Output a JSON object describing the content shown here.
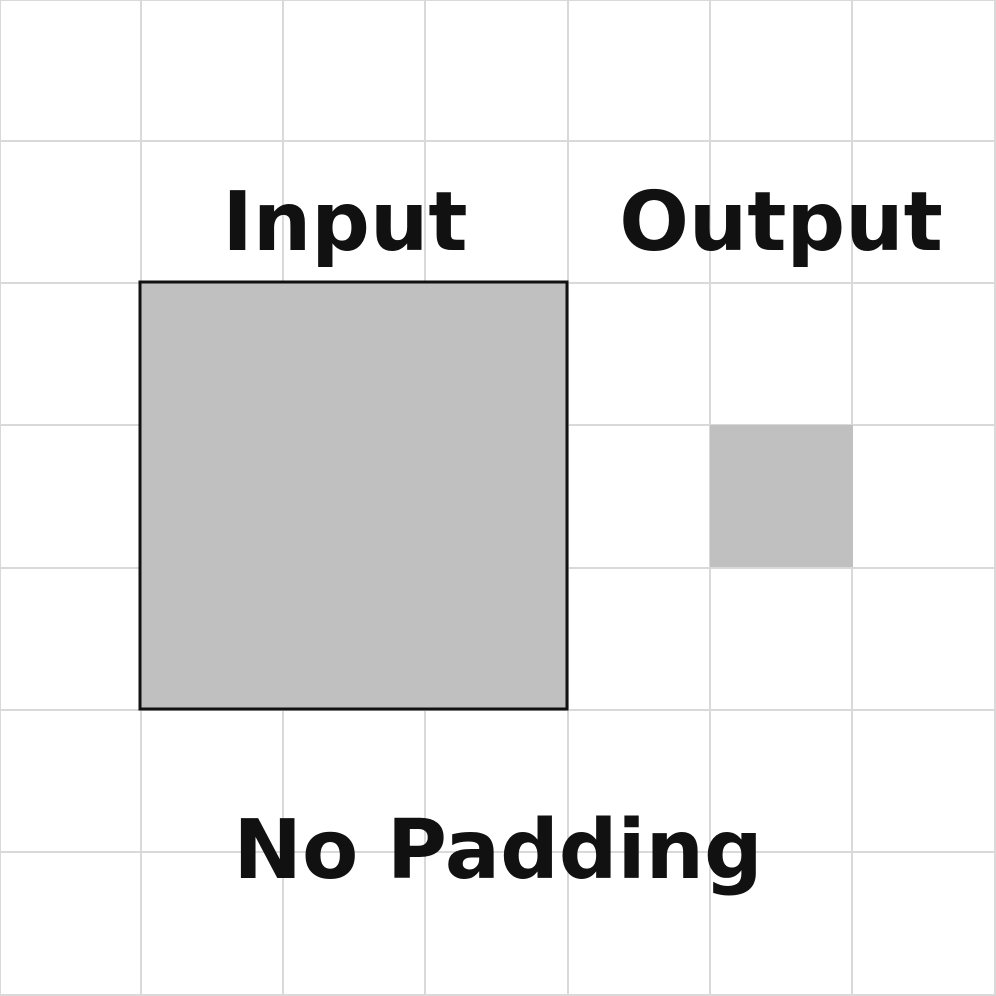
{
  "labels": {
    "input": "Input",
    "output": "Output",
    "caption": "No Padding"
  },
  "grid": {
    "line_color": "#d9d9d9",
    "cells_per_side": 7
  },
  "input_grid": {
    "size_in_cells": 3,
    "fill_color": "#c0c0c0",
    "border_color": "#111111"
  },
  "output_grid": {
    "size_in_cells": 1,
    "fill_color": "#c0c0c0"
  }
}
